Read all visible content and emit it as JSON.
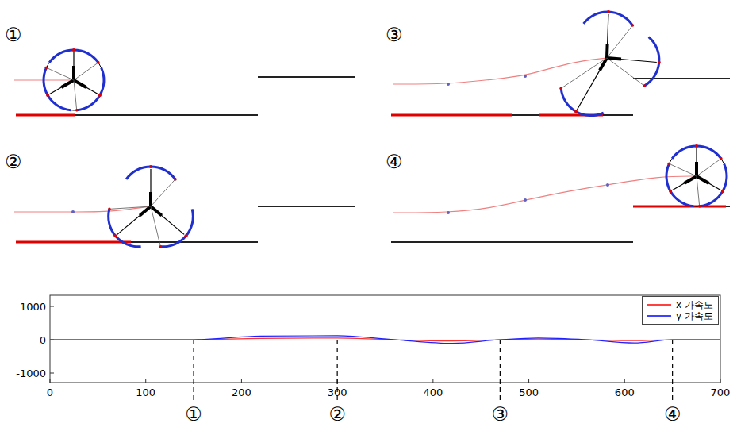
{
  "diagram": {
    "labels": [
      "①",
      "③",
      "②",
      "④",
      "1000",
      "0",
      "-1000",
      "0",
      "100",
      "200",
      "300",
      "400",
      "500",
      "600",
      "700",
      "①",
      "②",
      "③",
      "④"
    ],
    "legend": [
      {
        "text": "x 가속도",
        "color": "#ff0000"
      },
      {
        "text": "y 가속도",
        "color": "#0000ff"
      }
    ]
  }
}
